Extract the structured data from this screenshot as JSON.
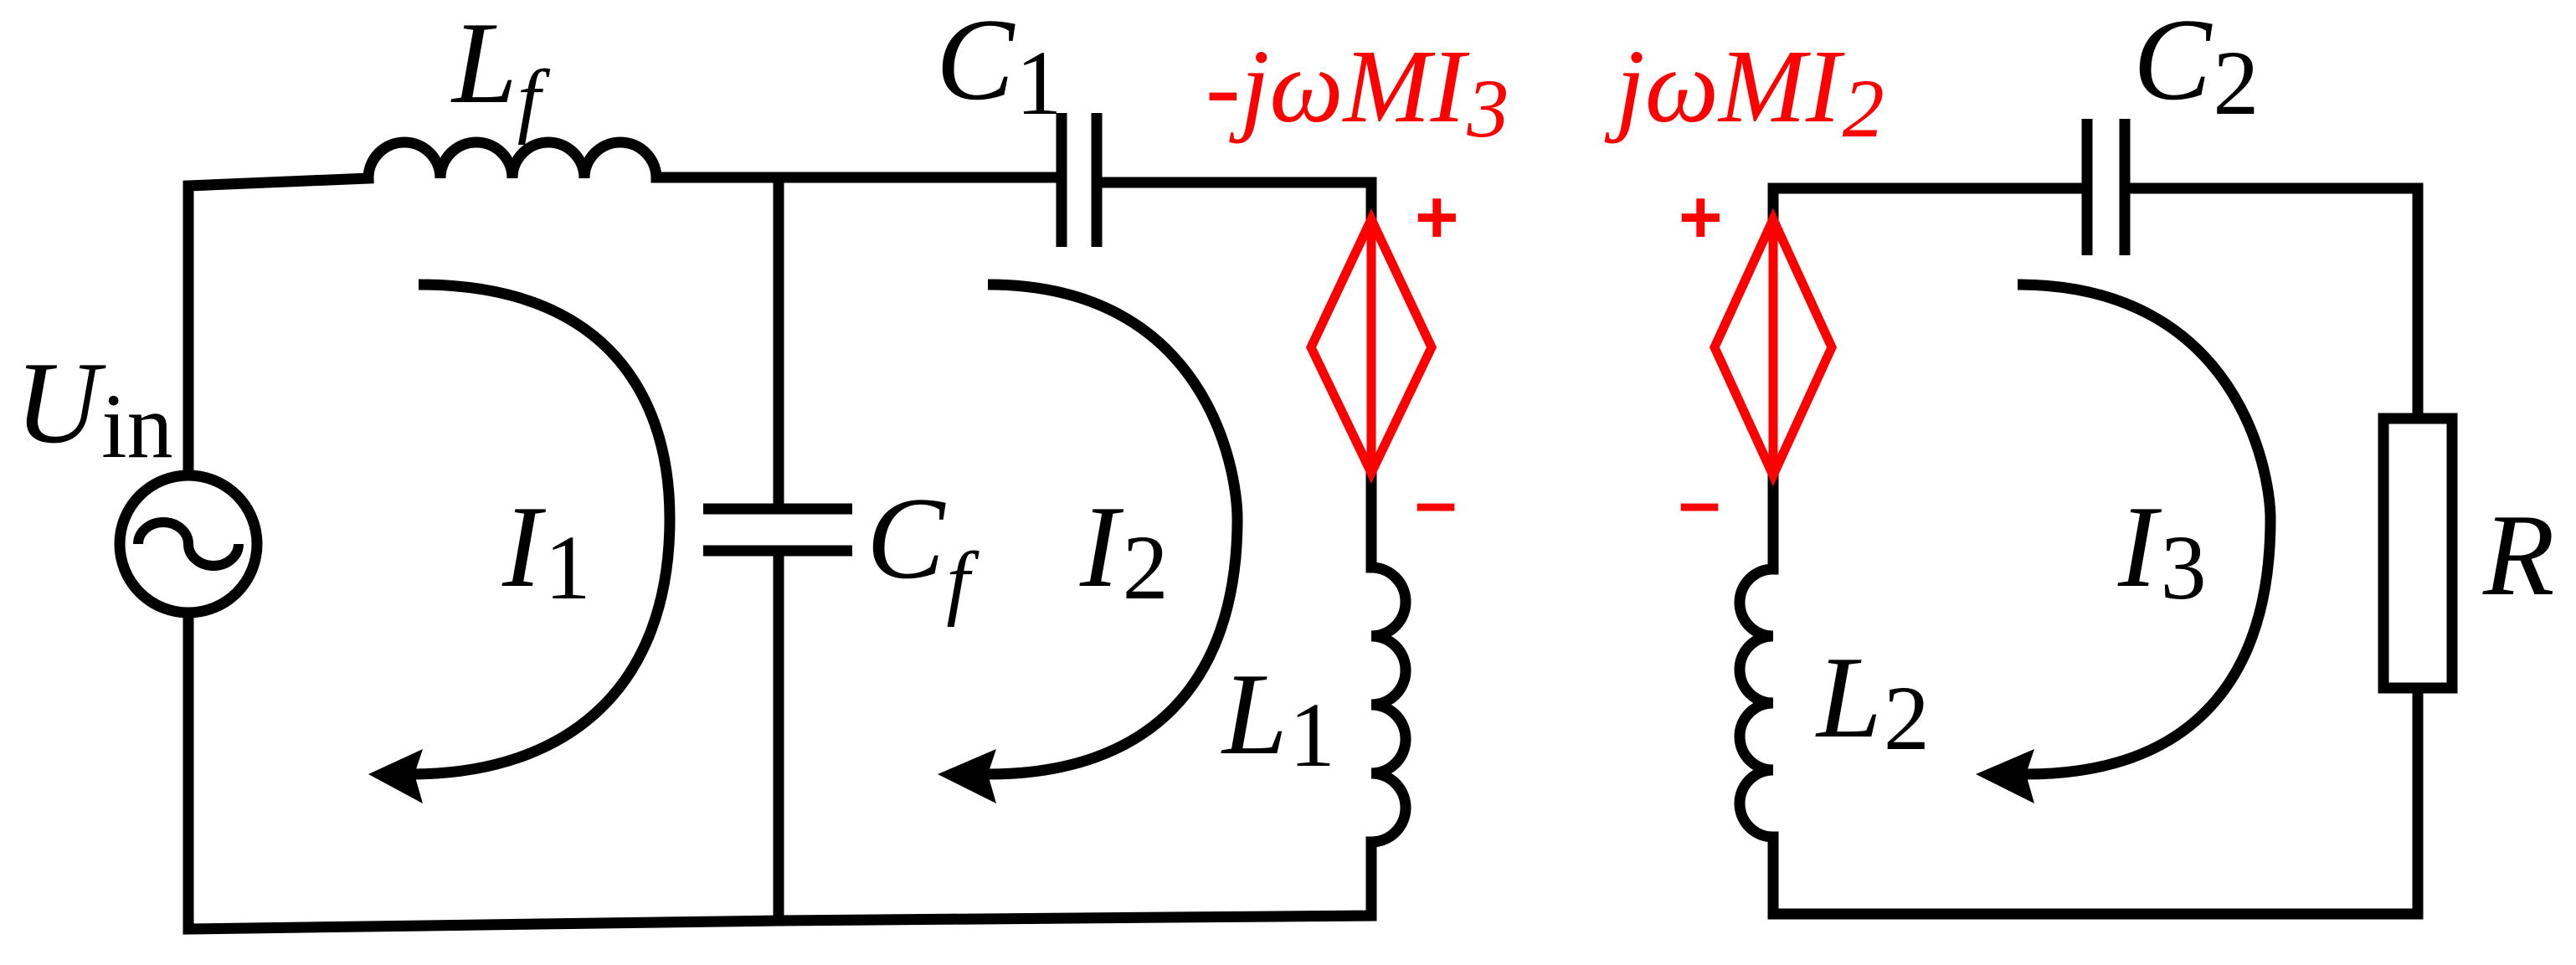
{
  "colors": {
    "wire": "#000000",
    "dependent_source": "#ff0000",
    "background": "#ffffff"
  },
  "labels": {
    "source": {
      "main": "U",
      "sub": "in"
    },
    "filter_inductor": {
      "main": "L",
      "sub": "f"
    },
    "filter_capacitor": {
      "main": "C",
      "sub": "f"
    },
    "primary_capacitor": {
      "main": "C",
      "sub": "1"
    },
    "secondary_capacitor": {
      "main": "C",
      "sub": "2"
    },
    "primary_coil": {
      "main": "L",
      "sub": "1"
    },
    "secondary_coil": {
      "main": "L",
      "sub": "2"
    },
    "load": {
      "main": "R"
    },
    "loop_current_1": {
      "main": "I",
      "sub": "1"
    },
    "loop_current_2": {
      "main": "I",
      "sub": "2"
    },
    "loop_current_3": {
      "main": "I",
      "sub": "3"
    },
    "induced_primary": {
      "main": "-jωMI",
      "sub": "3"
    },
    "induced_secondary": {
      "main": "jωMI",
      "sub": "2"
    },
    "plus_sign": "+",
    "minus_sign": "–"
  }
}
